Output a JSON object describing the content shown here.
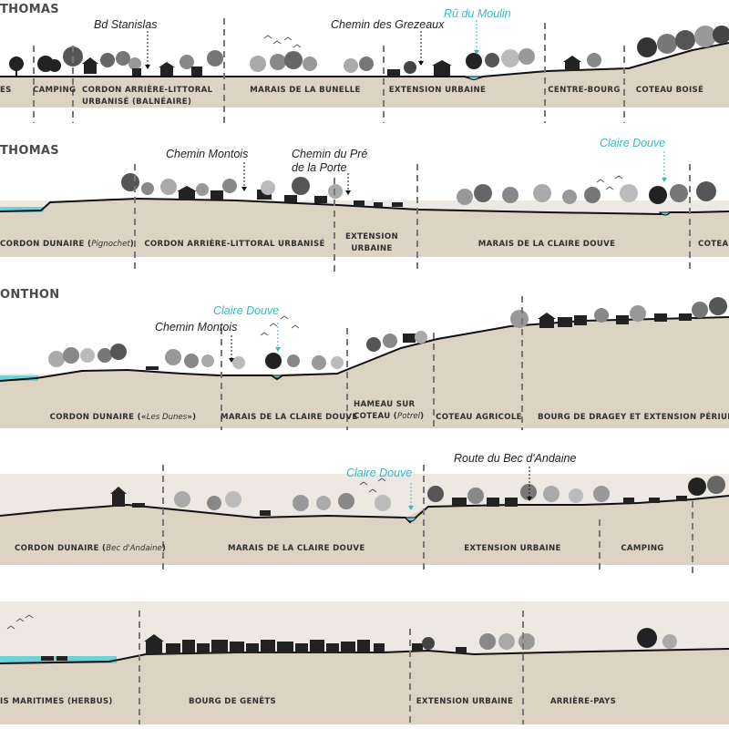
{
  "colors": {
    "ground": "#dcd3c3",
    "band": "#ede9e2",
    "water": "#6fd3d6",
    "line": "#111111",
    "dash": "#777777",
    "water_label": "#3ab7c0"
  },
  "sections": [
    {
      "title": "THOMAS",
      "zones": [
        {
          "name": "ES"
        },
        {
          "name": "CAMPING"
        },
        {
          "name": "CORDON ARRIÈRE-LITTORAL",
          "name2": "URBANISÉ (BALNÉAIRE)"
        },
        {
          "name": "MARAIS DE LA BUNELLE"
        },
        {
          "name": "EXTENSION URBAINE"
        },
        {
          "name": "CENTRE-BOURG"
        },
        {
          "name": "COTEAU BOISÉ"
        }
      ],
      "notes": [
        {
          "text": "Bd Stanislas"
        },
        {
          "text": "Chemin des Grezeaux"
        },
        {
          "text": "Rû du Moulin",
          "kind": "water"
        }
      ]
    },
    {
      "title": "THOMAS",
      "zones": [
        {
          "name": "CORDON DUNAIRE (",
          "italic": "Pignochet",
          "after": ")"
        },
        {
          "name": "CORDON ARRIÈRE-LITTORAL URBANISÉ"
        },
        {
          "name": "EXTENSION",
          "name2": "URBAINE"
        },
        {
          "name": "MARAIS DE LA CLAIRE DOUVE"
        },
        {
          "name": "COTEAU"
        }
      ],
      "notes": [
        {
          "text": "Chemin Montois"
        },
        {
          "text": "Chemin du Pré",
          "text2": "de la Porte"
        },
        {
          "text": "Claire Douve",
          "kind": "water"
        }
      ]
    },
    {
      "title": "ONTHON",
      "zones": [
        {
          "name": "CORDON DUNAIRE («",
          "italic": "Les Dunes",
          "after": "»)"
        },
        {
          "name": "MARAIS DE LA CLAIRE DOUVE"
        },
        {
          "name": "HAMEAU SUR",
          "name2": "COTEAU (",
          "italic2": "Potrel",
          "after2": ")"
        },
        {
          "name": "COTEAU AGRICOLE"
        },
        {
          "name": "BOURG DE DRAGEY ET EXTENSION PÉRIURBAINE"
        }
      ],
      "notes": [
        {
          "text": "Chemin Montois"
        },
        {
          "text": "Claire Douve",
          "kind": "water"
        }
      ]
    },
    {
      "title": "",
      "zones": [
        {
          "name": "CORDON DUNAIRE (",
          "italic": "Bec d'Andaine",
          "after": ")"
        },
        {
          "name": "MARAIS DE LA CLAIRE DOUVE"
        },
        {
          "name": "EXTENSION URBAINE"
        },
        {
          "name": "CAMPING"
        }
      ],
      "notes": [
        {
          "text": "Claire Douve",
          "kind": "water"
        },
        {
          "text": "Route du Bec d'Andaine"
        }
      ]
    },
    {
      "title": "",
      "zones": [
        {
          "name": "IS MARITIMES (HERBUS)"
        },
        {
          "name": "BOURG DE GENÊTS"
        },
        {
          "name": "EXTENSION URBAINE"
        },
        {
          "name": "ARRIÈRE-PAYS"
        }
      ],
      "notes": []
    }
  ]
}
